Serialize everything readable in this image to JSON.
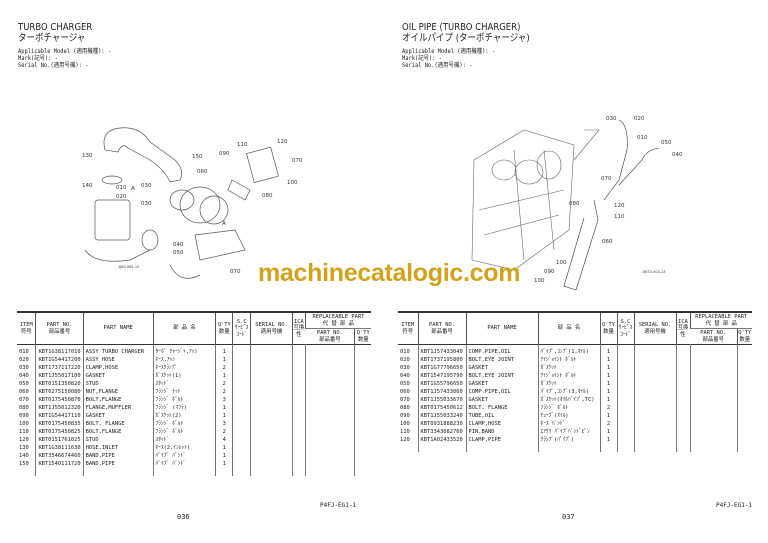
{
  "watermark": "machinecatalogic.com",
  "columns": {
    "item": "ITEM",
    "item_jp": "符号",
    "part_no": "PART NO.",
    "part_no_jp": "部品番号",
    "part_name": "PART NAME",
    "name_jp": "部 品 名",
    "qty": "Q'TY",
    "qty_jp": "数量",
    "sc": "S.C",
    "sc_jp1": "ｻｰﾋﾞｽ",
    "sc_jp2": "ｺｰﾄﾞ",
    "serial": "SERIAL NO.",
    "serial_jp": "適用号機",
    "ica": "ICA",
    "ica_jp": "互換性",
    "replaceable": "REPLACEABLE PART",
    "replaceable_jp": "代 替 部 品",
    "rep_part_no": "PART NO.",
    "rep_part_no_jp": "部品番号",
    "rep_qty": "Q'TY",
    "rep_qty_jp": "数量"
  },
  "pages": [
    {
      "title": "TURBO CHARGER",
      "title_jp": "ターボチャージャ",
      "applicable_model": "Applicable Model (適用機種): -",
      "mark": "Mark(記号): -",
      "serial": "Serial No.(適用号機): -",
      "diagram_code": "1J8S-062-15",
      "callouts": [
        "130",
        "150",
        "060",
        "090",
        "110",
        "120",
        "070",
        "100",
        "080",
        "140",
        "010",
        "020",
        "030",
        "030",
        "040",
        "050",
        "070",
        "A",
        "A"
      ],
      "rows": [
        [
          "010",
          "KBT1G38117010",
          "ASSY TURBO CHARGER",
          "ﾀｰﾎﾞ ﾁｬｰｼﾞｬ,ｱｯｼ",
          "1"
        ],
        [
          "020",
          "KBT1G54417200",
          "ASSY HOSE",
          "ﾎｰｽ,ｱｯｼ",
          "1"
        ],
        [
          "030",
          "KBT1737117220",
          "CLAMP,HOSE",
          "ﾎｰｽｸﾗﾝﾌﾟ",
          "2"
        ],
        [
          "040",
          "KBT1J55017100",
          "GASKET",
          "ｶﾞｽｹｯﾄ(1)",
          "1"
        ],
        [
          "050",
          "KBT0151350820",
          "STUD",
          "ｽﾀｯﾄﾞ",
          "2"
        ],
        [
          "060",
          "KBT0275150080",
          "NUT,FLANGE",
          "ﾌﾗﾝｼﾞ ﾅｯﾄ",
          "2"
        ],
        [
          "070",
          "KBT0175450870",
          "BOLT,FLANGE",
          "ﾌﾗﾝｼﾞ ﾎﾞﾙﾄ",
          "3"
        ],
        [
          "080",
          "KBT1J55012320",
          "FLANGE,MUFFLER",
          "ﾌﾗﾝｼﾞ (ﾏﾌﾗ)",
          "1"
        ],
        [
          "090",
          "KBT1G54417110",
          "GASKET",
          "ｶﾞｽｹｯﾄ(2)",
          "1"
        ],
        [
          "100",
          "KBT0175450835",
          "BOLT, FLANGE",
          "ﾌﾗﾝｼﾞ ﾎﾞﾙﾄ",
          "3"
        ],
        [
          "110",
          "KBT0175450825",
          "BOLT,FLANGE",
          "ﾌﾗﾝｼﾞ ﾎﾞﾙﾄ",
          "2"
        ],
        [
          "120",
          "KBT0151761025",
          "STUD",
          "ｽﾀｯﾄﾞ",
          "4"
        ],
        [
          "130",
          "KBT1G38111630",
          "HOSE,INLET",
          "ﾎｰｽ(2,ｲﾝﾚｯﾄ)",
          "1"
        ],
        [
          "140",
          "KBT3546674460",
          "BAND,PIPE",
          "ﾊﾟｲﾌﾟ ﾊﾞﾝﾄﾞ",
          "1"
        ],
        [
          "150",
          "KBT1540111720",
          "BAND,PIPE",
          "ﾊﾟｲﾌﾟ ﾊﾞﾝﾄﾞ",
          "1"
        ]
      ],
      "footer_code": "P4FJ-EG1-1",
      "page_number": "036"
    },
    {
      "title": "OIL PIPE (TURBO CHARGER)",
      "title_jp": "オイルパイプ (ターボチャージャ)",
      "applicable_model": "Applicable Model (適用機種): -",
      "mark": "Mark(記号): -",
      "serial": "Serial No.(適用号機): -",
      "diagram_code": "1J8T4-004-13",
      "callouts": [
        "030",
        "020",
        "010",
        "050",
        "040",
        "070",
        "080",
        "120",
        "110",
        "060",
        "100",
        "090",
        "100"
      ],
      "rows": [
        [
          "010",
          "KBT1J57433040",
          "COMP.PIPE,OIL",
          "ﾊﾟｲﾌﾟ,ｺﾝﾌﾟ(1,ｵｲﾙ)",
          "1"
        ],
        [
          "020",
          "KBT1737195800",
          "BOLT,EYE JOINT",
          "ｱｲｼﾞｮｲﾝﾄ ﾎﾞﾙﾄ",
          "1"
        ],
        [
          "030",
          "KBT1G77796650",
          "GASKET",
          "ｶﾞｽｹｯﾄ",
          "1"
        ],
        [
          "040",
          "KBT1547195790",
          "BOLT,EYE JOINT",
          "ｱｲｼﾞｮｲﾝﾄ ﾎﾞﾙﾄ",
          "1"
        ],
        [
          "050",
          "KBT1G55796650",
          "GASKET",
          "ｶﾞｽｹｯﾄ",
          "1"
        ],
        [
          "060",
          "KBT1J57433060",
          "COMP.PIPE,OIL",
          "ﾊﾟｲﾌﾟ,ｺﾝﾌﾟ(3,ｵｲﾙ)",
          "1"
        ],
        [
          "070",
          "KBT1J55033670",
          "GASKET",
          "ｶﾞｽｹｯﾄ(ｵｲﾙﾊﾟｲﾌﾟ,TC)",
          "1"
        ],
        [
          "080",
          "KBT0175450612",
          "BOLT, FLANGE",
          "ﾌﾗﾝｼﾞ ﾎﾞﾙﾄ",
          "2"
        ],
        [
          "090",
          "KBT1J55033240",
          "TUBE,OIL",
          "ﾁｭｰﾌﾞ(ｵｲﾙ)",
          "1"
        ],
        [
          "100",
          "KBT0931888230",
          "CLAMP,HOSE",
          "ﾎｰｽ ﾊﾞﾝﾄﾞ",
          "2"
        ],
        [
          "110",
          "KBT3343082760",
          "PIN,BAND",
          "ｴｱｸﾘ ﾊﾟｲﾌﾟﾊﾞﾝﾄﾞﾋﾟﾝ",
          "1"
        ],
        [
          "120",
          "KBT1A02433520",
          "CLAMP,PIPE",
          "ｸﾗﾝﾌﾟ(ﾊﾟｲﾌﾟ)",
          "1"
        ]
      ],
      "footer_code": "P4FJ-EG1-1",
      "page_number": "037"
    }
  ]
}
